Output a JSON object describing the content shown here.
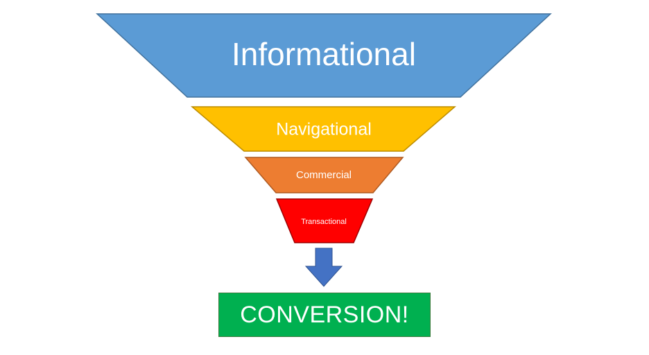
{
  "funnel": {
    "stages": [
      {
        "label": "Informational",
        "color": "#5b9bd5",
        "stroke": "#41719c"
      },
      {
        "label": "Navigational",
        "color": "#ffc000",
        "stroke": "#bc8c00"
      },
      {
        "label": "Commercial",
        "color": "#ed7d31",
        "stroke": "#ae5a21"
      },
      {
        "label": "Transactional",
        "color": "#ff0000",
        "stroke": "#9e0000"
      }
    ],
    "arrow_color": "#4472c4",
    "conversion": {
      "label": "CONVERSION!",
      "color": "#00b050"
    }
  }
}
